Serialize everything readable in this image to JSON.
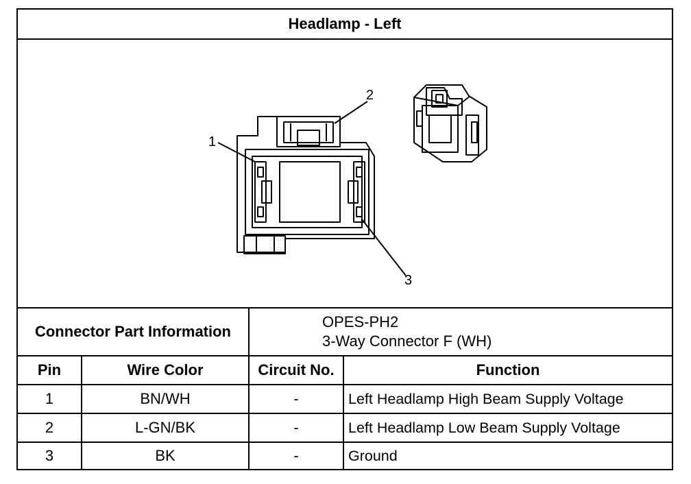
{
  "title": "Headlamp - Left",
  "diagram": {
    "callouts": [
      "1",
      "2",
      "3"
    ]
  },
  "connector_info": {
    "label": "Connector Part Information",
    "part_number": "OPES-PH2",
    "description": "3-Way Connector F (WH)"
  },
  "table": {
    "headers": [
      "Pin",
      "Wire Color",
      "Circuit No.",
      "Function"
    ],
    "rows": [
      {
        "pin": "1",
        "wire_color": "BN/WH",
        "circuit": "-",
        "function": "Left Headlamp High Beam Supply Voltage"
      },
      {
        "pin": "2",
        "wire_color": "L-GN/BK",
        "circuit": "-",
        "function": "Left Headlamp Low Beam Supply Voltage"
      },
      {
        "pin": "3",
        "wire_color": "BK",
        "circuit": "-",
        "function": "Ground"
      }
    ]
  }
}
